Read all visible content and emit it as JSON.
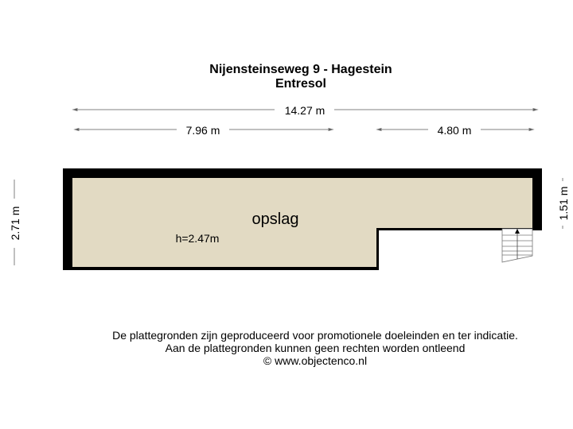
{
  "title": "Nijensteinseweg 9 - Hagestein",
  "subtitle": "Entresol",
  "dimensions": {
    "total_width": "14.27 m",
    "left_width": "7.96 m",
    "right_width": "4.80 m",
    "left_height": "2.71 m",
    "right_height": "1.51 m"
  },
  "room": {
    "name": "opslag",
    "height": "h=2.47m"
  },
  "colors": {
    "floor": "#e2dac3",
    "wall": "#000000",
    "dim_line": "#808080"
  },
  "disclaimer": {
    "line1": "De plattegronden zijn geproduceerd voor promotionele doeleinden en ter indicatie.",
    "line2": "Aan de plattegronden kunnen geen rechten worden ontleend",
    "line3": "© www.objectenco.nl"
  }
}
